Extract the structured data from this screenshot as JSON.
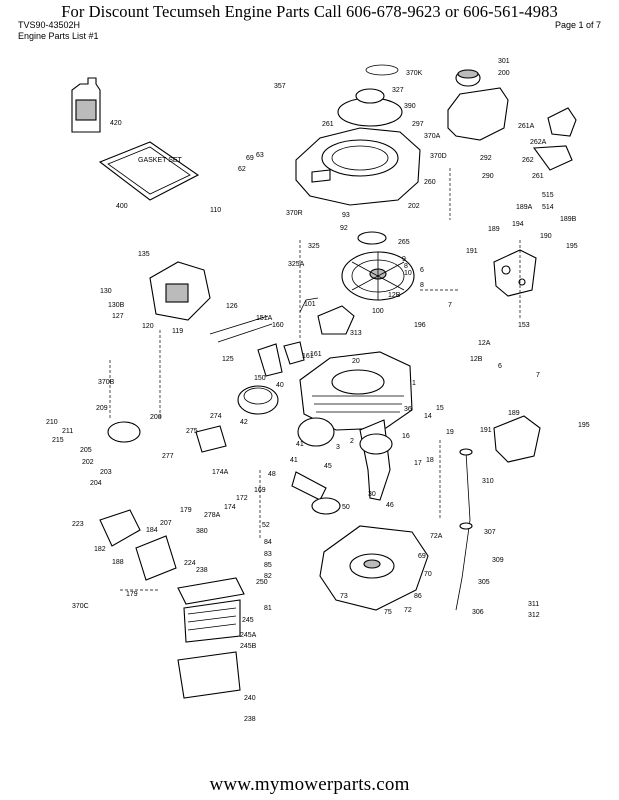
{
  "header": {
    "banner": "For  Discount Tecumseh Engine Parts Call 606-678-9623 or 606-561-4983",
    "model": "TVS90-43502H",
    "list_name": "Engine Parts List #1",
    "page": "Page 1 of 7"
  },
  "diagram": {
    "gasket_set_label": "GASKET SET",
    "part_numbers": [
      "301",
      "200",
      "357",
      "370K",
      "327",
      "390",
      "261",
      "297",
      "370A",
      "370D",
      "420",
      "292",
      "290",
      "261A",
      "262A",
      "262",
      "261",
      "515",
      "514",
      "189B",
      "189A",
      "69",
      "63",
      "62",
      "260",
      "110",
      "370R",
      "93",
      "92",
      "202",
      "265",
      "325",
      "325A",
      "135",
      "400",
      "191",
      "189",
      "194",
      "190",
      "195",
      "9",
      "10",
      "6",
      "8",
      "12B",
      "7",
      "130",
      "130B",
      "127",
      "120",
      "119",
      "126",
      "161",
      "101",
      "151A",
      "160",
      "313",
      "100",
      "196",
      "153",
      "12A",
      "12B",
      "6",
      "7",
      "125",
      "150",
      "161",
      "20",
      "40",
      "370B",
      "1",
      "209",
      "200",
      "211",
      "210",
      "215",
      "205",
      "202",
      "203",
      "204",
      "275",
      "274",
      "42",
      "36",
      "14",
      "15",
      "189",
      "195",
      "191",
      "16",
      "19",
      "2",
      "3",
      "45",
      "17",
      "18",
      "310",
      "48",
      "41",
      "41",
      "174A",
      "172",
      "169",
      "174",
      "179",
      "278A",
      "277",
      "30",
      "46",
      "307",
      "52",
      "50",
      "72A",
      "69",
      "309",
      "223",
      "182",
      "188",
      "184",
      "207",
      "380",
      "224",
      "84",
      "83",
      "85",
      "82",
      "81",
      "306",
      "305",
      "311",
      "312",
      "73",
      "75",
      "72",
      "86",
      "370C",
      "179",
      "238",
      "250",
      "245",
      "245A",
      "245B",
      "240",
      "238",
      "8",
      "70"
    ]
  },
  "footer": {
    "website": "www.mymowerparts.com"
  }
}
